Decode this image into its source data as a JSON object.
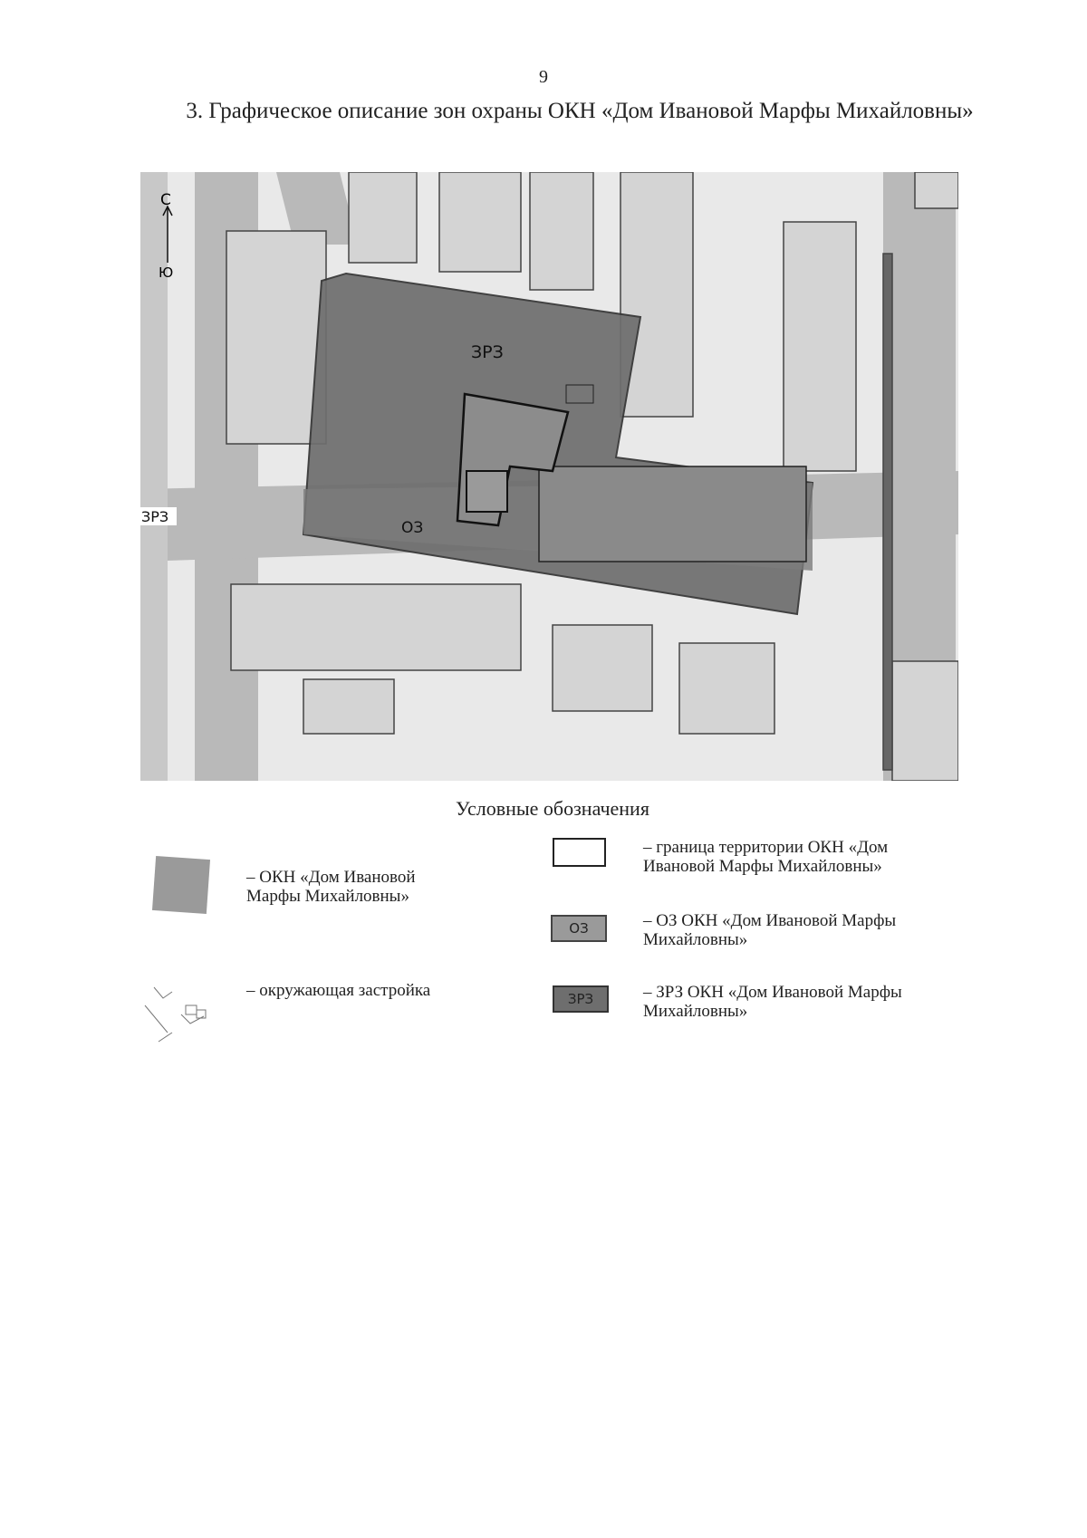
{
  "page_number": "9",
  "title": "3. Графическое описание зон охраны ОКН «Дом Ивановой Марфы Михайловны»",
  "map": {
    "north_label": "С",
    "south_label": "Ю",
    "zone_zrz_label": "ЗРЗ",
    "zone_oz_label": "ОЗ",
    "left_zrz_label": "ЗРЗ",
    "colors": {
      "zrz": "#6e6e6e",
      "okn": "#9a9a9a",
      "oz": "#8a8a8a",
      "road": "#b8b8b8",
      "background": "#e8e8e8"
    }
  },
  "legend": {
    "title": "Условные обозначения",
    "items": [
      {
        "icon": "okn-swatch",
        "text": "– ОКН «Дом Ивановой Марфы Михайловны»"
      },
      {
        "icon": "surrounding-buildings-swatch",
        "text": "– окружающая застройка"
      },
      {
        "icon": "boundary-swatch",
        "text": "– граница территории ОКН «Дом Ивановой Марфы Михайловны»"
      },
      {
        "icon": "oz-swatch",
        "label": "ОЗ",
        "text": "– ОЗ ОКН «Дом Ивановой Марфы Михайловны»"
      },
      {
        "icon": "zrz-swatch",
        "label": "ЗРЗ",
        "text": "– ЗРЗ ОКН «Дом Ивановой Марфы Михайловны»"
      }
    ]
  }
}
